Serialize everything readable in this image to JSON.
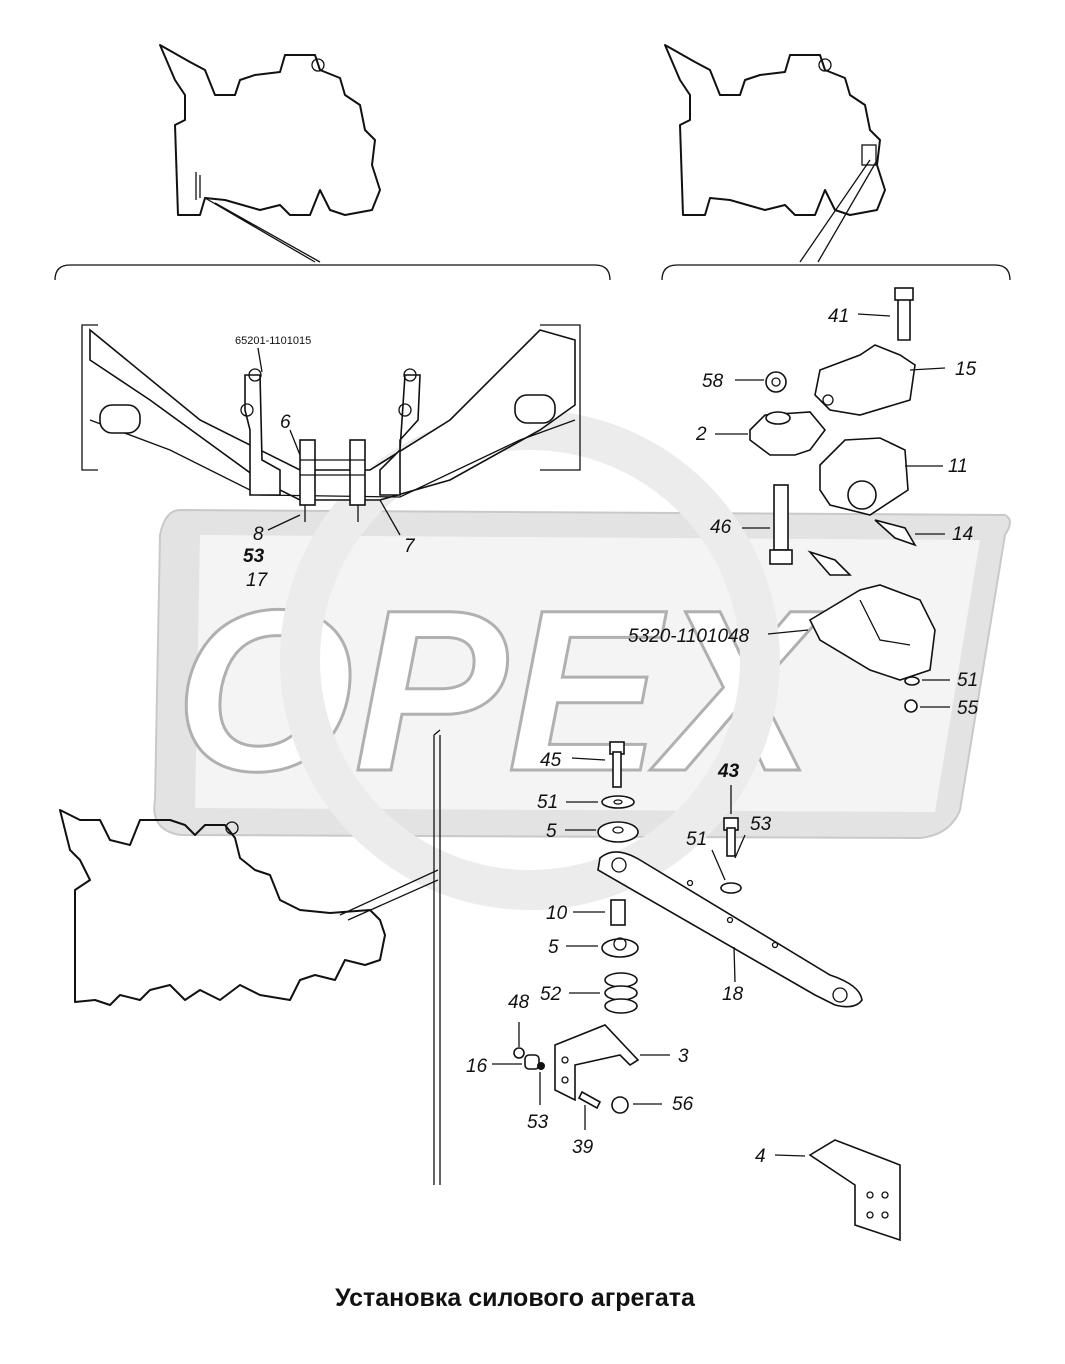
{
  "title": "Установка силового агрегата",
  "watermark": "OPEX",
  "labels": {
    "l41": "41",
    "l58": "58",
    "l15": "15",
    "l2": "2",
    "l11": "11",
    "l46": "46",
    "l14": "14",
    "l5320": "5320-1101048",
    "l51a": "51",
    "l55": "55",
    "l45": "45",
    "l51b": "51",
    "l5a": "5",
    "l43": "43",
    "l51c": "51",
    "l53a": "53",
    "l10": "10",
    "l5b": "5",
    "l52": "52",
    "l18": "18",
    "l48": "48",
    "l16": "16",
    "l3": "3",
    "l53b": "53",
    "l56": "56",
    "l39": "39",
    "l4": "4",
    "l65201": "65201-1101015",
    "l6": "6",
    "l8": "8",
    "l53c": "53",
    "l17": "17",
    "l7": "7"
  },
  "colors": {
    "line": "#111111",
    "watermark": "#d9d9d9",
    "background": "#ffffff"
  }
}
